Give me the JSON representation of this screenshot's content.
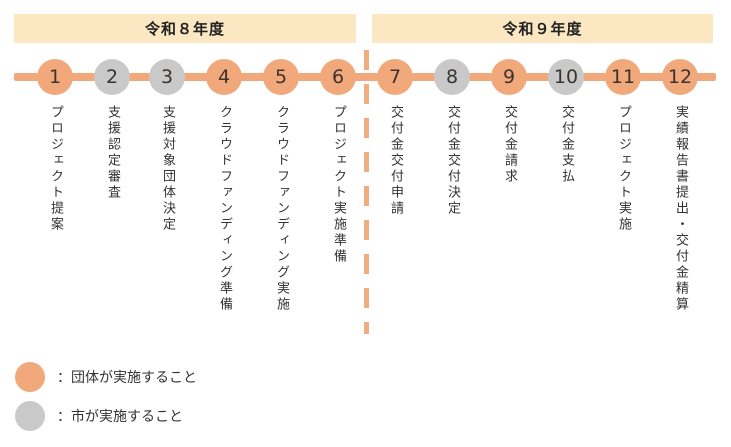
{
  "headers": [
    {
      "label": "令和８年度"
    },
    {
      "label": "令和９年度"
    }
  ],
  "steps": [
    {
      "num": "1",
      "label": "プロジェクト提案",
      "actor": "団体",
      "color": "#f1a87a"
    },
    {
      "num": "2",
      "label": "支援認定審査",
      "actor": "市",
      "color": "#c9c9c9"
    },
    {
      "num": "3",
      "label": "支援対象団体決定",
      "actor": "市",
      "color": "#c9c9c9"
    },
    {
      "num": "4",
      "label": "クラウドファンディング準備",
      "actor": "団体",
      "color": "#f1a87a"
    },
    {
      "num": "5",
      "label": "クラウドファンディング実施",
      "actor": "団体",
      "color": "#f1a87a"
    },
    {
      "num": "6",
      "label": "プロジェクト実施準備",
      "actor": "団体",
      "color": "#f1a87a"
    },
    {
      "num": "7",
      "label": "交付金交付申請",
      "actor": "団体",
      "color": "#f1a87a"
    },
    {
      "num": "8",
      "label": "交付金交付決定",
      "actor": "市",
      "color": "#c9c9c9"
    },
    {
      "num": "9",
      "label": "交付金請求",
      "actor": "団体",
      "color": "#f1a87a"
    },
    {
      "num": "10",
      "label": "交付金支払",
      "actor": "市",
      "color": "#c9c9c9"
    },
    {
      "num": "11",
      "label": "プロジェクト実施",
      "actor": "団体",
      "color": "#f1a87a"
    },
    {
      "num": "12",
      "label": "実績報告書提出・交付金精算",
      "actor": "団体",
      "color": "#f1a87a"
    }
  ],
  "legend": [
    {
      "label": "：団体が実施すること",
      "color": "#f1a87a"
    },
    {
      "label": "：市が実施すること",
      "color": "#c9c9c9"
    }
  ],
  "colors": {
    "timeline_bar": "#f1a87a",
    "header_band": "#fbe8c3",
    "divider_dash": "#f0ad82",
    "orange_step": "#f1a87a",
    "gray_step": "#c9c9c9",
    "text": "#333333"
  }
}
